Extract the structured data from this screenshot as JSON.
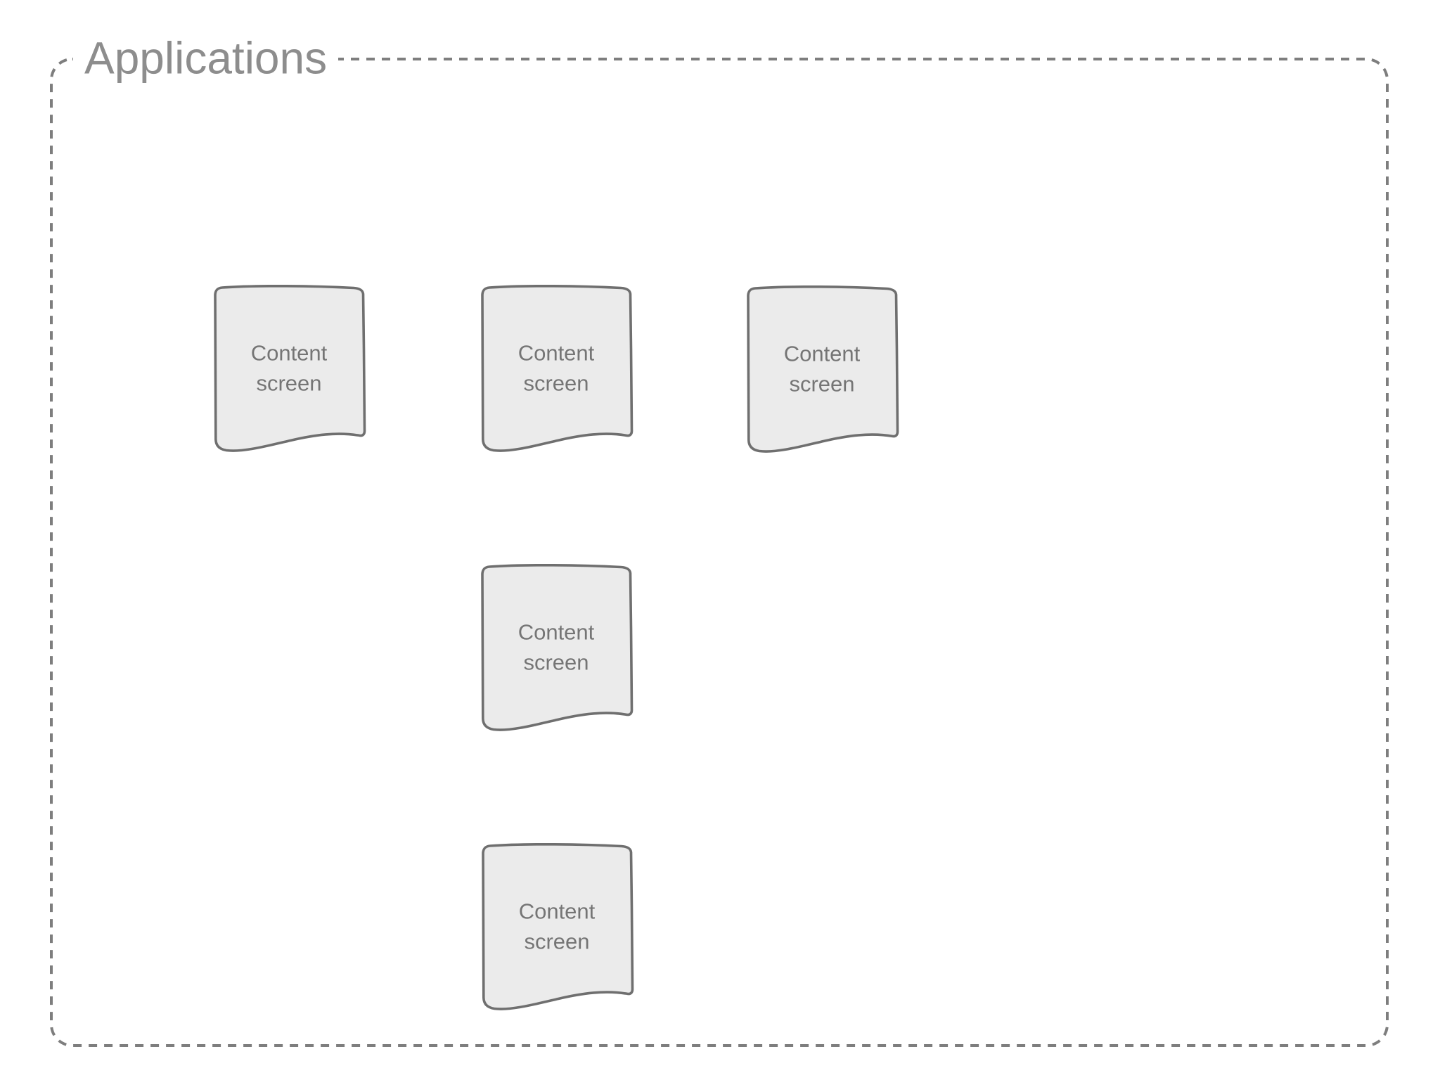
{
  "group": {
    "title": "Applications"
  },
  "cards": [
    {
      "id": "content-screen-1",
      "label": "Content screen"
    },
    {
      "id": "content-screen-2",
      "label": "Content screen"
    },
    {
      "id": "content-screen-3",
      "label": "Content screen"
    },
    {
      "id": "content-screen-4",
      "label": "Content screen"
    },
    {
      "id": "content-screen-5",
      "label": "Content screen"
    }
  ],
  "colors": {
    "background": "#ffffff",
    "group_border_dash": "#7e7e7e",
    "group_title_text": "#8d8d8d",
    "card_fill": "#ebebeb",
    "card_stroke": "#6f6f6f",
    "card_text": "#757575"
  }
}
